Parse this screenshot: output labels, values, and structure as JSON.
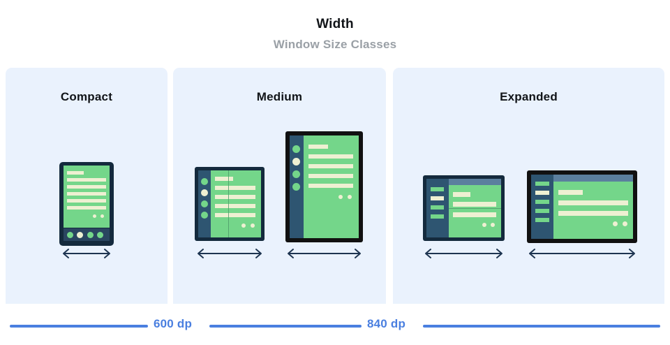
{
  "header": {
    "title": "Width",
    "subtitle": "Window Size Classes"
  },
  "panels": [
    {
      "id": "compact",
      "label": "Compact"
    },
    {
      "id": "medium",
      "label": "Medium"
    },
    {
      "id": "expanded",
      "label": "Expanded"
    }
  ],
  "ruler": {
    "breakpoints": [
      {
        "label": "600 dp"
      },
      {
        "label": "840 dp"
      }
    ]
  },
  "colors": {
    "panel_background": "#eaf2fd",
    "page_background": "#ffffff",
    "title_text": "#111418",
    "subtitle_text": "#9aa0a6",
    "ruler_blue": "#4a7fe0",
    "device_frame_navy": "#142a3d",
    "device_frame_black": "#111111",
    "screen_green": "#74d68a",
    "sidebar_slate": "#2e5571",
    "content_cream": "#eef0d2",
    "topbar_blue": "#5b7f9e",
    "arrow_navy": "#1d3450"
  },
  "devices": {
    "compact_phone": {
      "type": "phone",
      "orientation": "portrait",
      "nav_dots": 4,
      "content_lines": 6
    },
    "medium_foldable": {
      "type": "foldable",
      "orientation": "portrait",
      "rail_dots": 4,
      "content_lines": 5,
      "fold": "vertical"
    },
    "medium_tablet": {
      "type": "tablet",
      "orientation": "portrait",
      "rail_dots": 4,
      "content_lines": 5
    },
    "expanded_foldable": {
      "type": "foldable",
      "orientation": "landscape",
      "rail_bars": 4,
      "content_lines": 3,
      "fold": "horizontal"
    },
    "expanded_tablet": {
      "type": "tablet",
      "orientation": "landscape",
      "rail_bars": 5,
      "content_lines": 3
    }
  }
}
